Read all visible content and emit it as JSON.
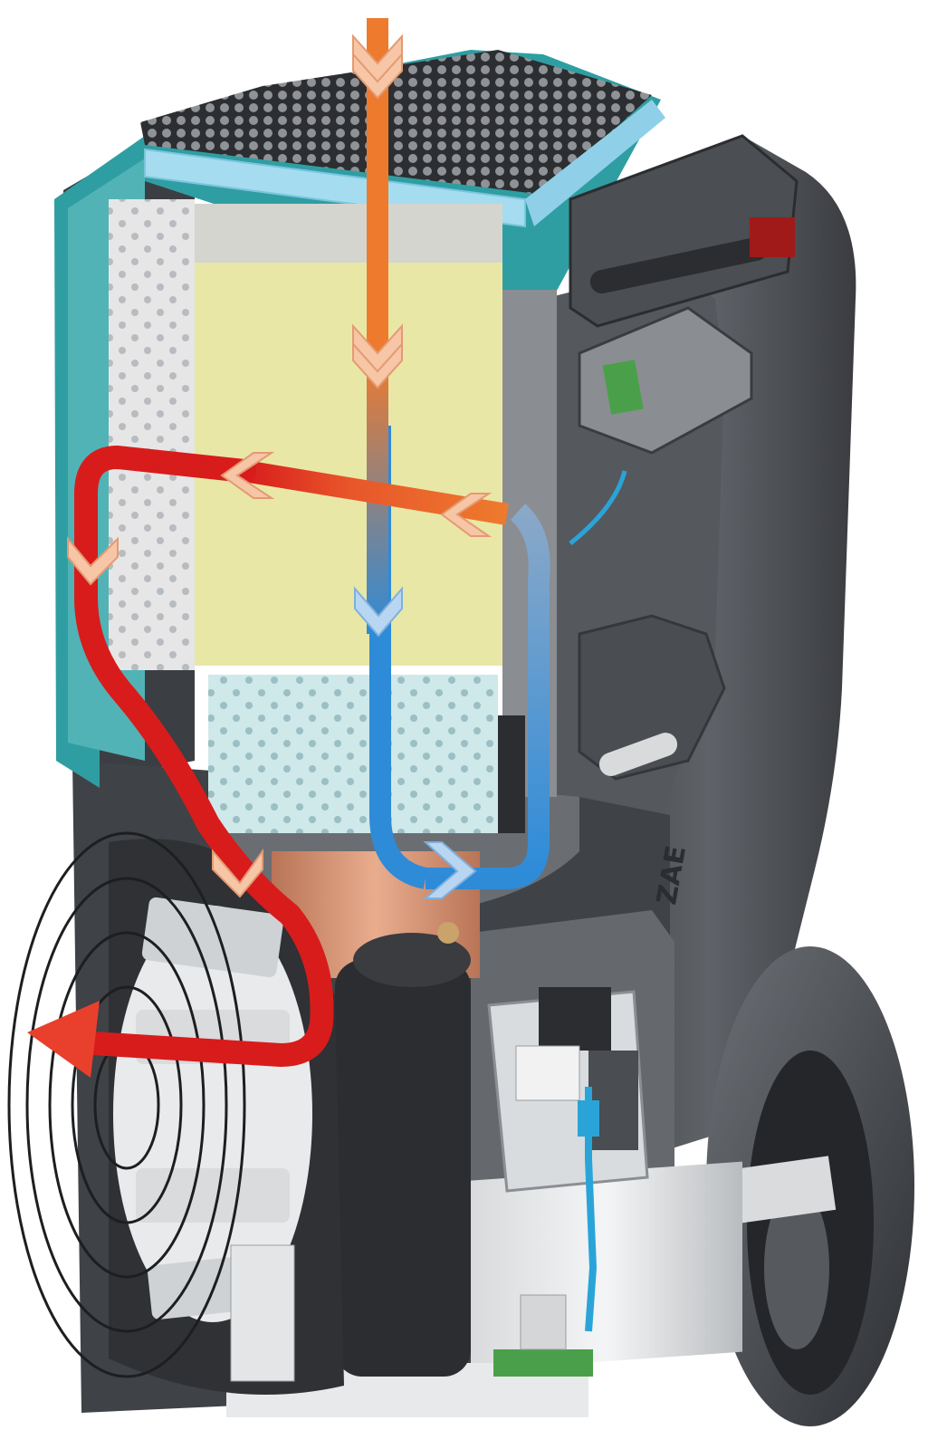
{
  "diagram": {
    "logo_text": "ZAE",
    "colors": {
      "housing_dark": "#45484c",
      "housing_mid": "#6a6e73",
      "housing_light": "#9a9ea3",
      "teal_frame": "#2f9ea2",
      "filter_blue": "#a6dcef",
      "sorption_rotor": "#e9e7a6",
      "perforated_plate": "#e6e6e6",
      "perforated_plate_blue": "#cfe8ea",
      "copper_tubes": "#d69777",
      "airflow_warm": "#e8402c",
      "airflow_hot": "#d81c1c",
      "airflow_process": "#ee7a2e",
      "airflow_dry": "#2d8bd8",
      "chevron_warm": "#f6c6a6",
      "chevron_cool": "#b8d6f2",
      "pcb_green": "#4aa04a",
      "network_cable": "#2aa4d8",
      "red_connector": "#a01a1a"
    },
    "airflows": [
      {
        "name": "process-air-inlet",
        "color_key": "airflow_process"
      },
      {
        "name": "dry-air-loop",
        "color_key": "airflow_dry"
      },
      {
        "name": "regeneration-air",
        "color_key": "airflow_process"
      },
      {
        "name": "exhaust-air",
        "color_key": "airflow_hot"
      }
    ]
  }
}
